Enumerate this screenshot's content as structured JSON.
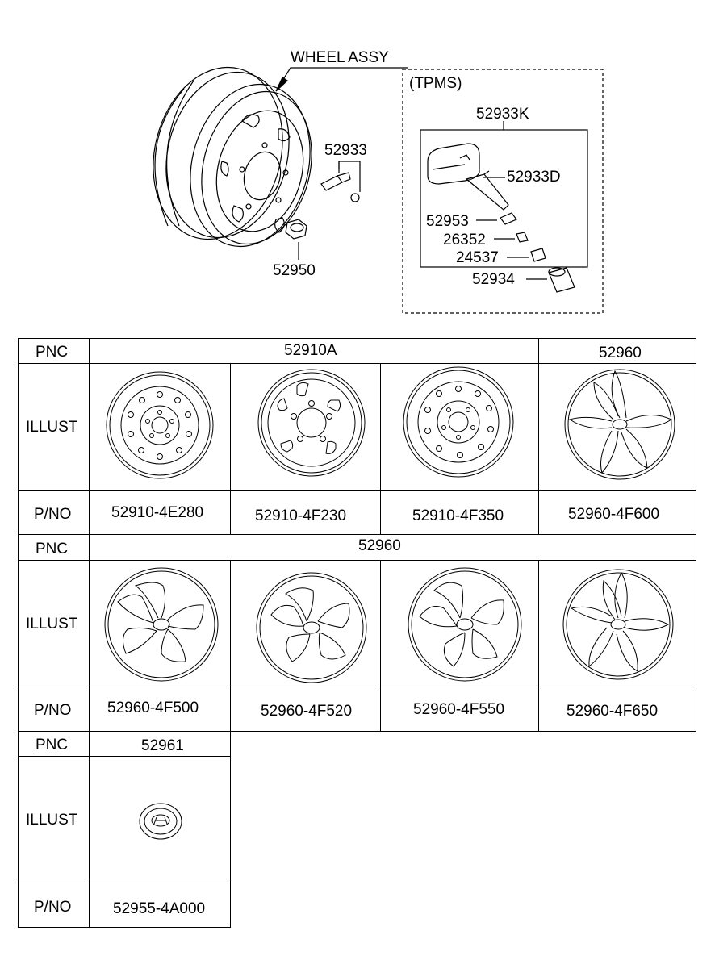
{
  "diagram": {
    "wheel_assy_label": "WHEEL ASSY",
    "tpms_label": "(TPMS)",
    "callouts": {
      "valve": "52933",
      "nut": "52950",
      "sensor_assy": "52933K",
      "sensor_valve": "52933D",
      "washer": "52953",
      "core": "26352",
      "nut_sensor": "24537",
      "cap": "52934"
    }
  },
  "table": {
    "row_labels": {
      "pnc": "PNC",
      "illust": "ILLUST",
      "pno": "P/NO"
    },
    "group1": {
      "pnc_a": "52910A",
      "pnc_b": "52960",
      "parts": [
        "52910-4E280",
        "52910-4F230",
        "52910-4F350",
        "52960-4F600"
      ]
    },
    "group2": {
      "pnc": "52960",
      "parts": [
        "52960-4F500",
        "52960-4F520",
        "52960-4F550",
        "52960-4F650"
      ]
    },
    "group3": {
      "pnc": "52961",
      "parts": [
        "52955-4A000"
      ]
    }
  }
}
